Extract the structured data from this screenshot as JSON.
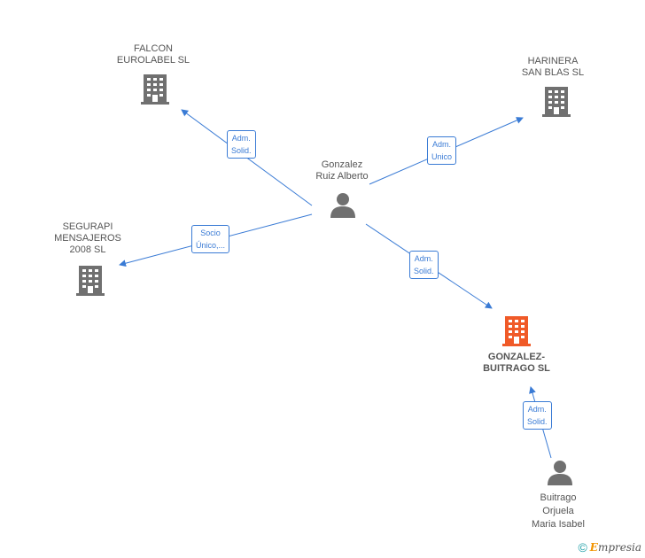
{
  "nodes": {
    "falcon": {
      "lines": [
        "FALCON",
        "EUROLABEL SL"
      ],
      "type": "company"
    },
    "harinera": {
      "lines": [
        "HARINERA",
        "SAN BLAS SL"
      ],
      "type": "company"
    },
    "segurapi": {
      "lines": [
        "SEGURAPI",
        "MENSAJEROS",
        "2008 SL"
      ],
      "type": "company"
    },
    "gonzalez_buitrago": {
      "lines": [
        "GONZALEZ-",
        "BUITRAGO SL"
      ],
      "type": "main-company"
    },
    "gonzalez_ruiz": {
      "lines": [
        "Gonzalez",
        "Ruiz Alberto"
      ],
      "type": "person"
    },
    "buitrago_orjuela": {
      "lines": [
        "Buitrago",
        "Orjuela",
        "Maria Isabel"
      ],
      "type": "person"
    }
  },
  "edges": {
    "to_falcon": {
      "lines": [
        "Adm.",
        "Solid."
      ]
    },
    "to_harinera": {
      "lines": [
        "Adm.",
        "Unico"
      ]
    },
    "to_segurapi": {
      "lines": [
        "Socio",
        "Único,..."
      ]
    },
    "to_gonzalez_buitrago": {
      "lines": [
        "Adm.",
        "Solid."
      ]
    },
    "from_buitrago_orjuela": {
      "lines": [
        "Adm.",
        "Solid."
      ]
    }
  },
  "colors": {
    "edge": "#3a7bd5",
    "company_icon": "#707070",
    "main_company_icon": "#f05a28",
    "person_icon": "#707070"
  },
  "footer": {
    "copyright_symbol": "©",
    "brand_initial": "E",
    "brand_rest": "mpresia"
  }
}
